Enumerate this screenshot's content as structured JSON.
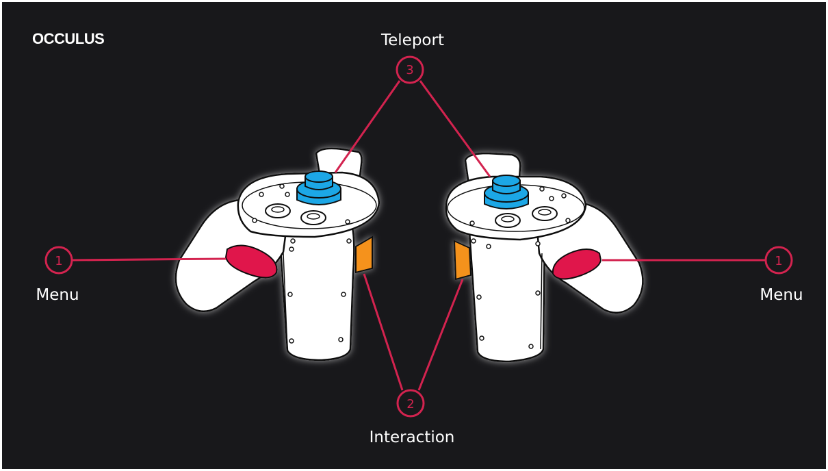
{
  "title": "OCCULUS",
  "colors": {
    "background": "#18181b",
    "text": "#ffffff",
    "callout": "#d3234f",
    "joystick": "#1aa7e6",
    "menu_button": "#e0134b",
    "grip_trigger": "#f5921e",
    "controller_body": "#ffffff",
    "controller_outline": "#111111"
  },
  "callouts": {
    "teleport": {
      "number": "3",
      "label": "Teleport"
    },
    "interaction": {
      "number": "2",
      "label": "Interaction"
    },
    "menu_left": {
      "number": "1",
      "label": "Menu"
    },
    "menu_right": {
      "number": "1",
      "label": "Menu"
    }
  },
  "controllers": [
    {
      "name": "left-controller-icon",
      "side": "left"
    },
    {
      "name": "right-controller-icon",
      "side": "right"
    }
  ]
}
